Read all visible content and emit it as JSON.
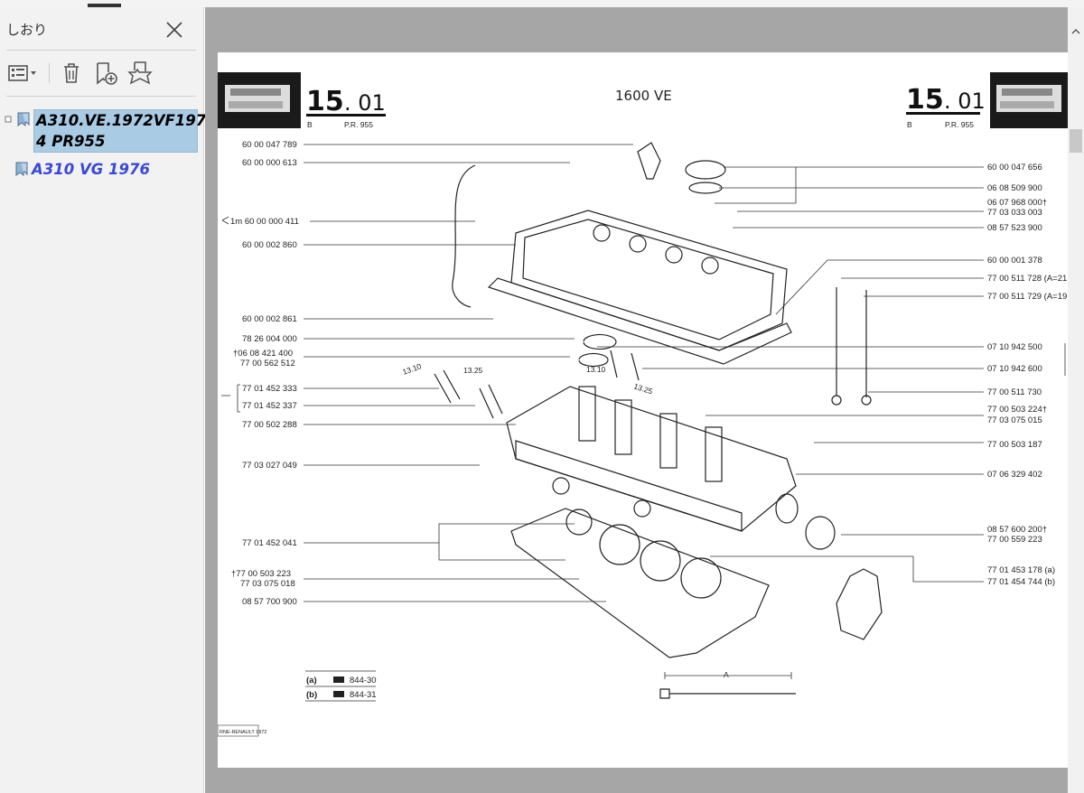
{
  "sidebar": {
    "title": "しおり",
    "close_icon": "close-icon",
    "toolbar": {
      "options_icon": "list-options-icon",
      "delete_icon": "trash-icon",
      "add_icon": "add-bookmark-icon",
      "find_icon": "find-bookmark-icon"
    },
    "bookmarks": [
      {
        "label_line1": "A310.VE.1972VF197",
        "label_line2": "4 PR955",
        "selected": true
      },
      {
        "label": "A310 VG 1976",
        "selected": false
      }
    ]
  },
  "document": {
    "title": "1600 VE",
    "section_major": "15",
    "section_minor": ". 01",
    "sheet_letter": "B",
    "ref": "P.R. 955",
    "footer_stamp": "RNE-RENAULT 1972",
    "left_labels": [
      "60 00 047 789",
      "60 00 000 613",
      "1m 60 00 000 411",
      "60 00 002 860",
      "60 00 002 861",
      "78 26 004 000",
      "†06 08 421 400",
      "77 00 562 512",
      "77 01 452 333",
      "77 01 452 337",
      "77 00 502 288",
      "77 03 027 049",
      "77 01 452 041",
      "†77 00 503 223",
      "77 03 075 018",
      "08 57 700 900"
    ],
    "right_labels": [
      "60 00 047 656",
      "06 08 509 900",
      "06 07 968 000†",
      "77 03 033 003",
      "08 57 523 900",
      "60 00 001 378",
      "77 00 511 728 (A=21",
      "77 00 511 729 (A=19",
      "07 10 942 500",
      "07 10 942 600",
      "77 00 511 730",
      "77 00 503 224†",
      "77 03 075 015",
      "77 00 503 187",
      "07 06 329 402",
      "08 57 600 200†",
      "77 00 559 223",
      "77 01 453 178 (a)",
      "77 01 454 744 (b)"
    ],
    "dims": [
      "13.10",
      "13.25",
      "13.10",
      "13.25",
      "A"
    ],
    "legend": [
      {
        "key": "(a)",
        "code": "844-30"
      },
      {
        "key": "(b)",
        "code": "844-31"
      }
    ]
  }
}
